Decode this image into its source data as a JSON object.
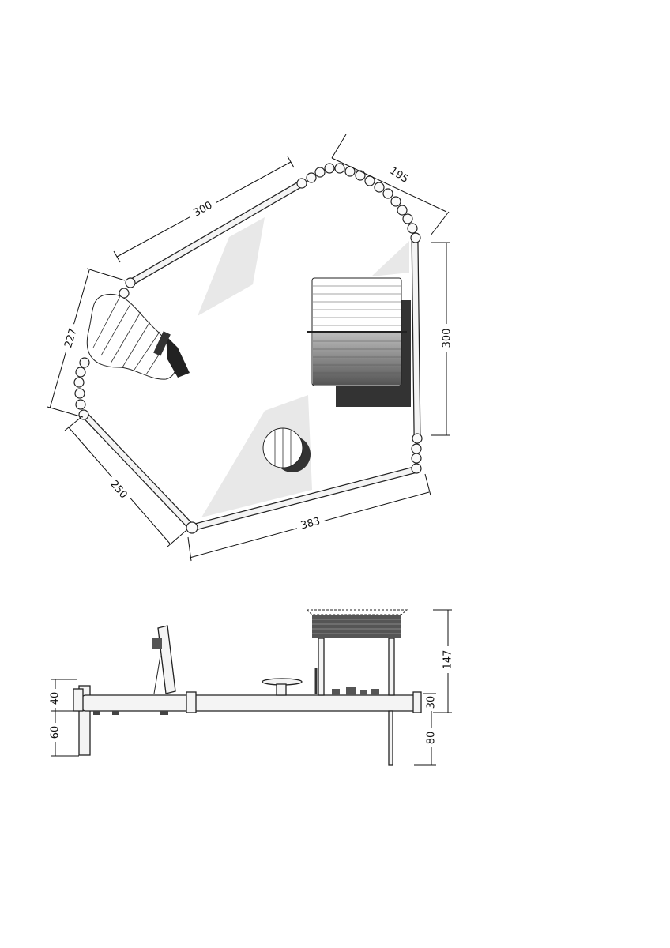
{
  "plan_view": {
    "dimensions": {
      "top_left_edge": "300",
      "top_right_arc": "195",
      "left_edge": "227",
      "right_edge": "300",
      "bottom_left_edge": "250",
      "bottom_edge": "383"
    }
  },
  "elevation_view": {
    "dimensions": {
      "left_upper": "40",
      "left_lower": "60",
      "roof_height": "147",
      "beam_height": "30",
      "post_depth": "80"
    }
  }
}
